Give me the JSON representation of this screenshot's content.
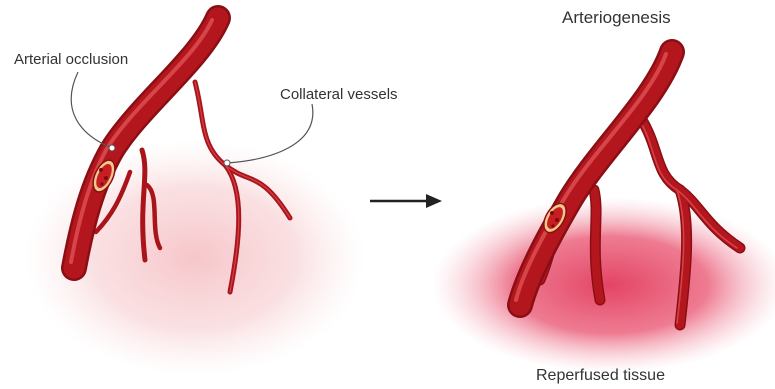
{
  "labels": {
    "arterial_occlusion": "Arterial occlusion",
    "collateral_vessels": "Collateral vessels",
    "arteriogenesis": "Arteriogenesis",
    "reperfused_tissue": "Reperfused tissue"
  },
  "colors": {
    "artery": "#b4161d",
    "artery_dark": "#8a0f14",
    "artery_highlight": "#d94a4f",
    "ischemic_tissue": "#f6c9cc",
    "reperfused_tissue": "#e8506d",
    "clot": "#c81e23",
    "arrow": "#222222",
    "leader_line": "#555555"
  }
}
